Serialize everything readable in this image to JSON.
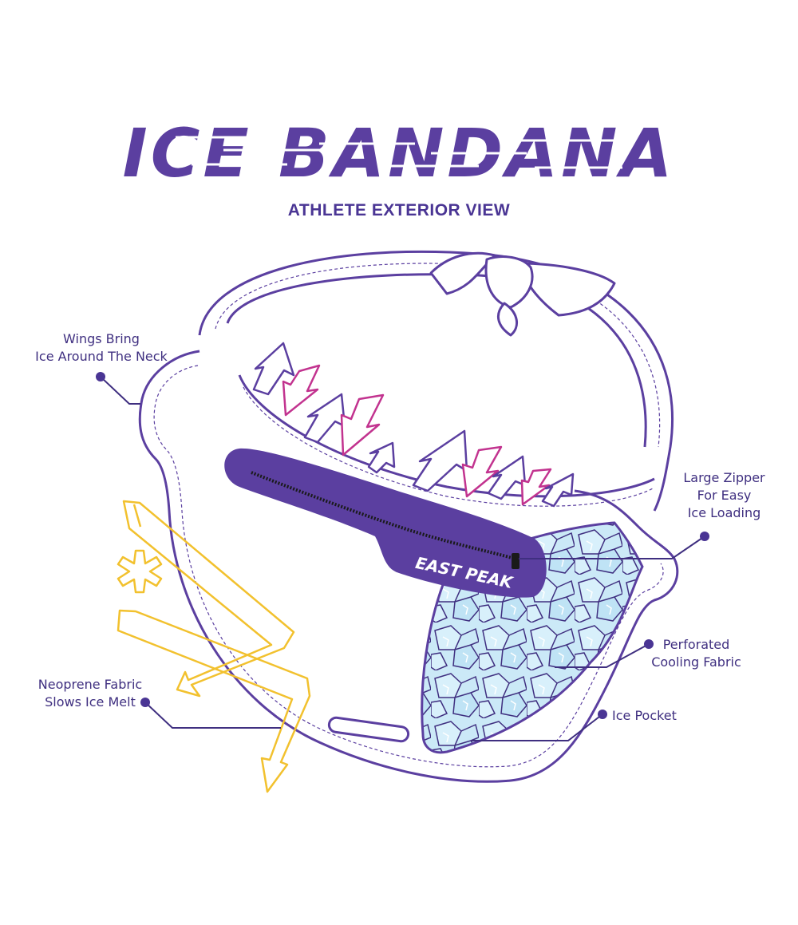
{
  "title": "ICE BANDANA",
  "subtitle": "ATHLETE EXTERIOR VIEW",
  "brand": "EAST PEAK",
  "colors": {
    "primary": "#5b3fa0",
    "accent_pink": "#c2338f",
    "accent_yellow": "#f2c12e",
    "ice": "#bfe3f5"
  },
  "callouts": {
    "wings": {
      "line1": "Wings Bring",
      "line2": "Ice Around The Neck"
    },
    "zipper": {
      "line1": "Large Zipper",
      "line2": "For Easy",
      "line3": "Ice Loading"
    },
    "perforated": {
      "line1": "Perforated",
      "line2": "Cooling Fabric"
    },
    "neoprene": {
      "line1": "Neoprene Fabric",
      "line2": "Slows Ice Melt"
    },
    "pocket": {
      "line1": "Ice Pocket"
    }
  }
}
